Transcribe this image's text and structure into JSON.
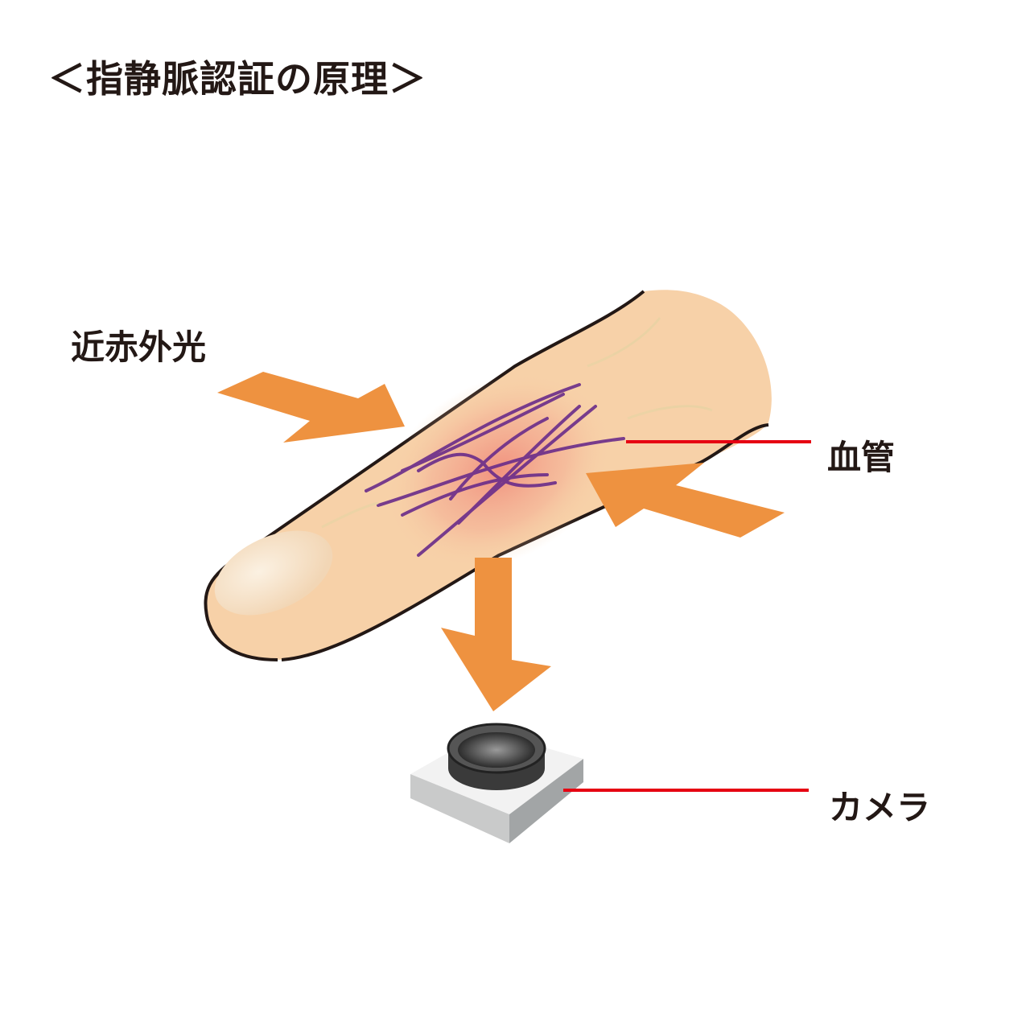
{
  "title": "＜指静脈認証の原理＞",
  "labels": {
    "near_infrared": "近赤外光",
    "blood_vessel": "血管",
    "camera": "カメラ"
  },
  "colors": {
    "arrow": "#EE9240",
    "skin": "#F7D1A8",
    "vein": "#6A2C8A",
    "leader_line": "#E60012",
    "outline": "#231815"
  }
}
